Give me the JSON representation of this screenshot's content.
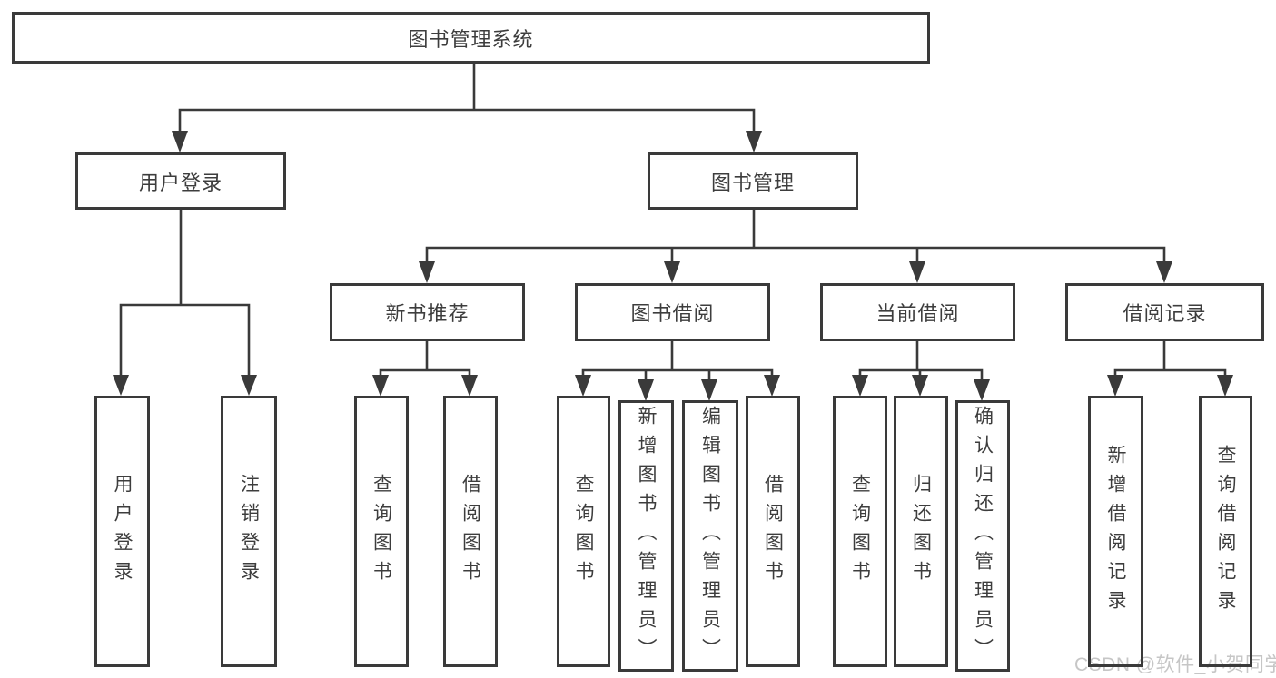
{
  "colors": {
    "line": "#3a3a3a",
    "text": "#3d3d3d",
    "watermark": "#c6c6c6",
    "bg": "#ffffff"
  },
  "watermark": "CSDN @软件_小贺同学",
  "tree": {
    "root": "图书管理系统",
    "branches": [
      {
        "label": "用户登录",
        "children": [
          "用户登录",
          "注销登录"
        ]
      },
      {
        "label": "图书管理",
        "groups": [
          {
            "label": "新书推荐",
            "children": [
              "查询图书",
              "借阅图书"
            ]
          },
          {
            "label": "图书借阅",
            "children": [
              "查询图书",
              "新增图书（管理员）",
              "编辑图书（管理员）",
              "借阅图书"
            ]
          },
          {
            "label": "当前借阅",
            "children": [
              "查询图书",
              "归还图书",
              "确认归还（管理员）"
            ]
          },
          {
            "label": "借阅记录",
            "children": [
              "新增借阅记录",
              "查询借阅记录"
            ]
          }
        ]
      }
    ]
  }
}
